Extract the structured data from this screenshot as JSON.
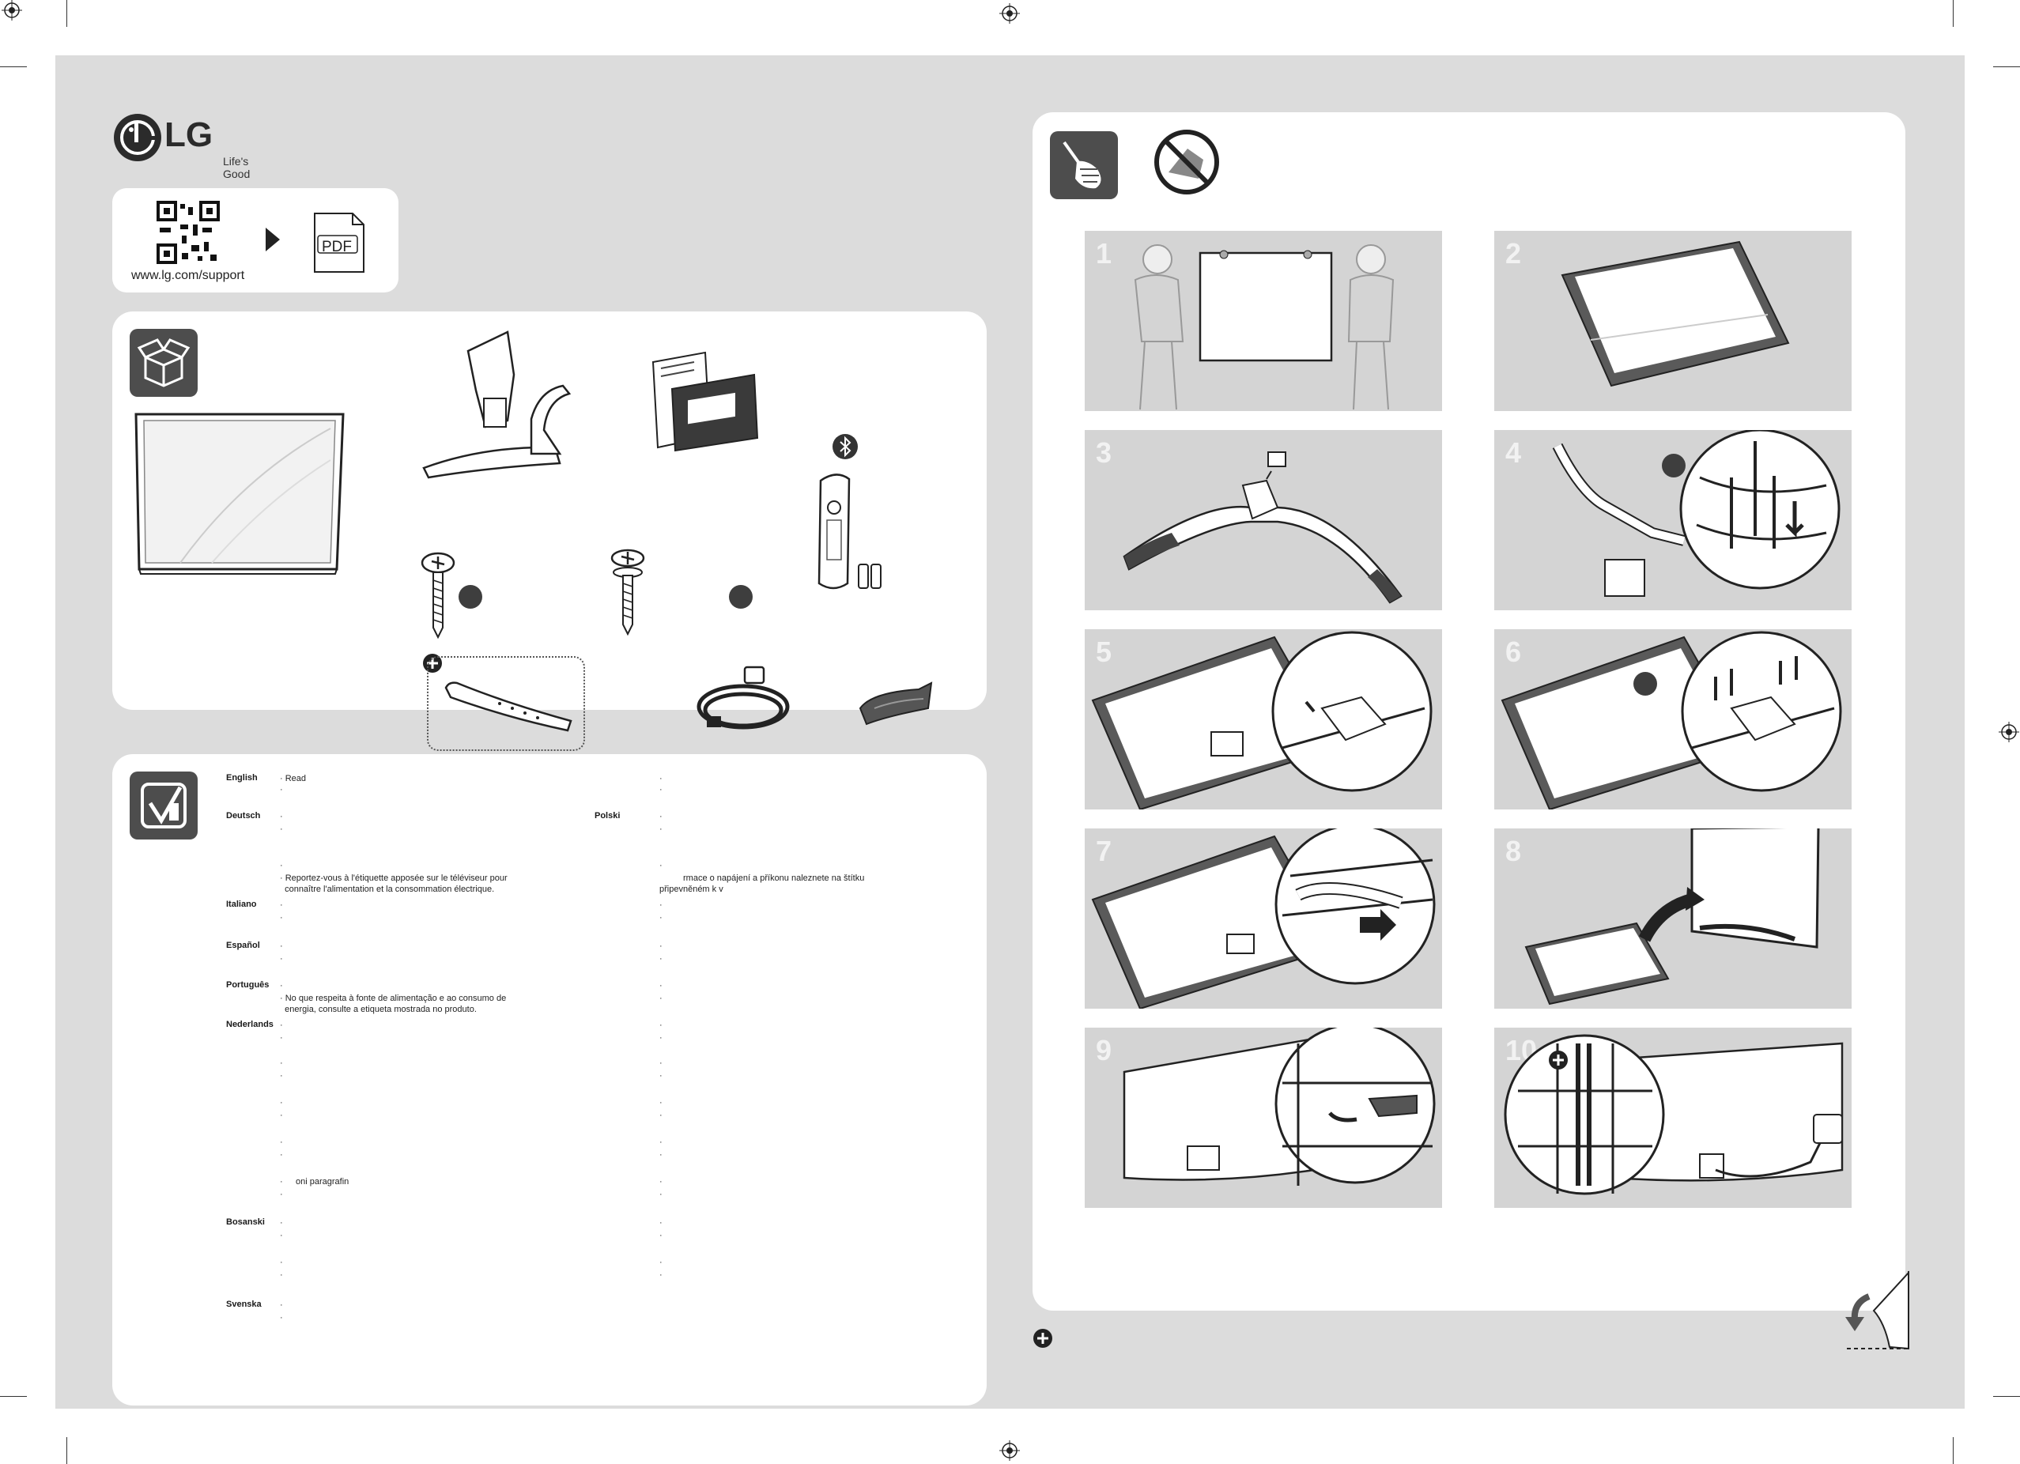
{
  "brand": {
    "name": "LG",
    "tagline": "Life's Good"
  },
  "support": {
    "url": "www.lg.com/support",
    "pdf_label": "PDF"
  },
  "steps": [
    "1",
    "2",
    "3",
    "4",
    "5",
    "6",
    "7",
    "8",
    "9",
    "10"
  ],
  "languages": {
    "left": [
      "English",
      "Deutsch",
      "Italiano",
      "Español",
      "Português",
      "Nederlands",
      "Bosanski",
      "Svenska"
    ],
    "right": [
      "Polski"
    ]
  },
  "notes": {
    "english_read": "· Read",
    "french_1": "· Reportez-vous à l'étiquette apposée sur le téléviseur pour",
    "french_2": "  connaître l'alimentation et la consommation électrique.",
    "portuguese_1": "· No que respeita à fonte de alimentação e ao consumo de",
    "portuguese_2": "  energia, consulte a etiqueta mostrada no produto.",
    "fragment_paragraph": "oni paragrafin",
    "czech_1": "rmace o napájení a příkonu naleznete na štítku",
    "czech_2": "připevněném k v"
  },
  "colors": {
    "sheet_bg": "#dcdcdc",
    "panel_bg": "#ffffff",
    "icon_bg": "#4d4d4d",
    "step_bg": "#d4d4d4",
    "badge": "#3e3e3e"
  },
  "icons": [
    "lg-logo-icon",
    "qr-code-icon",
    "arrow-right-icon",
    "pdf-file-icon",
    "box-icon",
    "checklist-icon",
    "screwdriver-icon",
    "no-cloth-icon",
    "bluetooth-icon",
    "plus-icon",
    "page-turn-icon",
    "registration-mark-icon"
  ]
}
